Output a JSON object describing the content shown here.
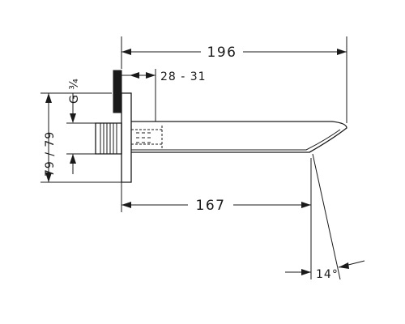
{
  "dimensions": {
    "overall_length": "196",
    "wall_thickness": "28 - 31",
    "spout_length": "167",
    "thread": "G ¾",
    "height_offset": "79 / 79",
    "angle": "14°"
  }
}
